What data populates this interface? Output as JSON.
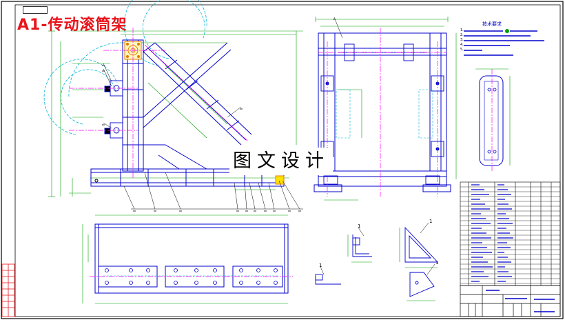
{
  "title": "A1-传动滚筒架",
  "watermark": "图文设计",
  "sheet_stamp": "",
  "tech_requirements": {
    "heading": "技术要求",
    "items": [
      "1.",
      "2.",
      "3.",
      "4.",
      "5."
    ]
  },
  "detail_labels": [
    "1",
    "1",
    "1",
    "1"
  ],
  "colors": {
    "drawing_line": "#0000cc",
    "center_line": "#ff00ff",
    "dimension_line": "#00a000",
    "hidden_arc": "#00b4d8",
    "title_text": "#e8141b",
    "border": "#000000"
  }
}
